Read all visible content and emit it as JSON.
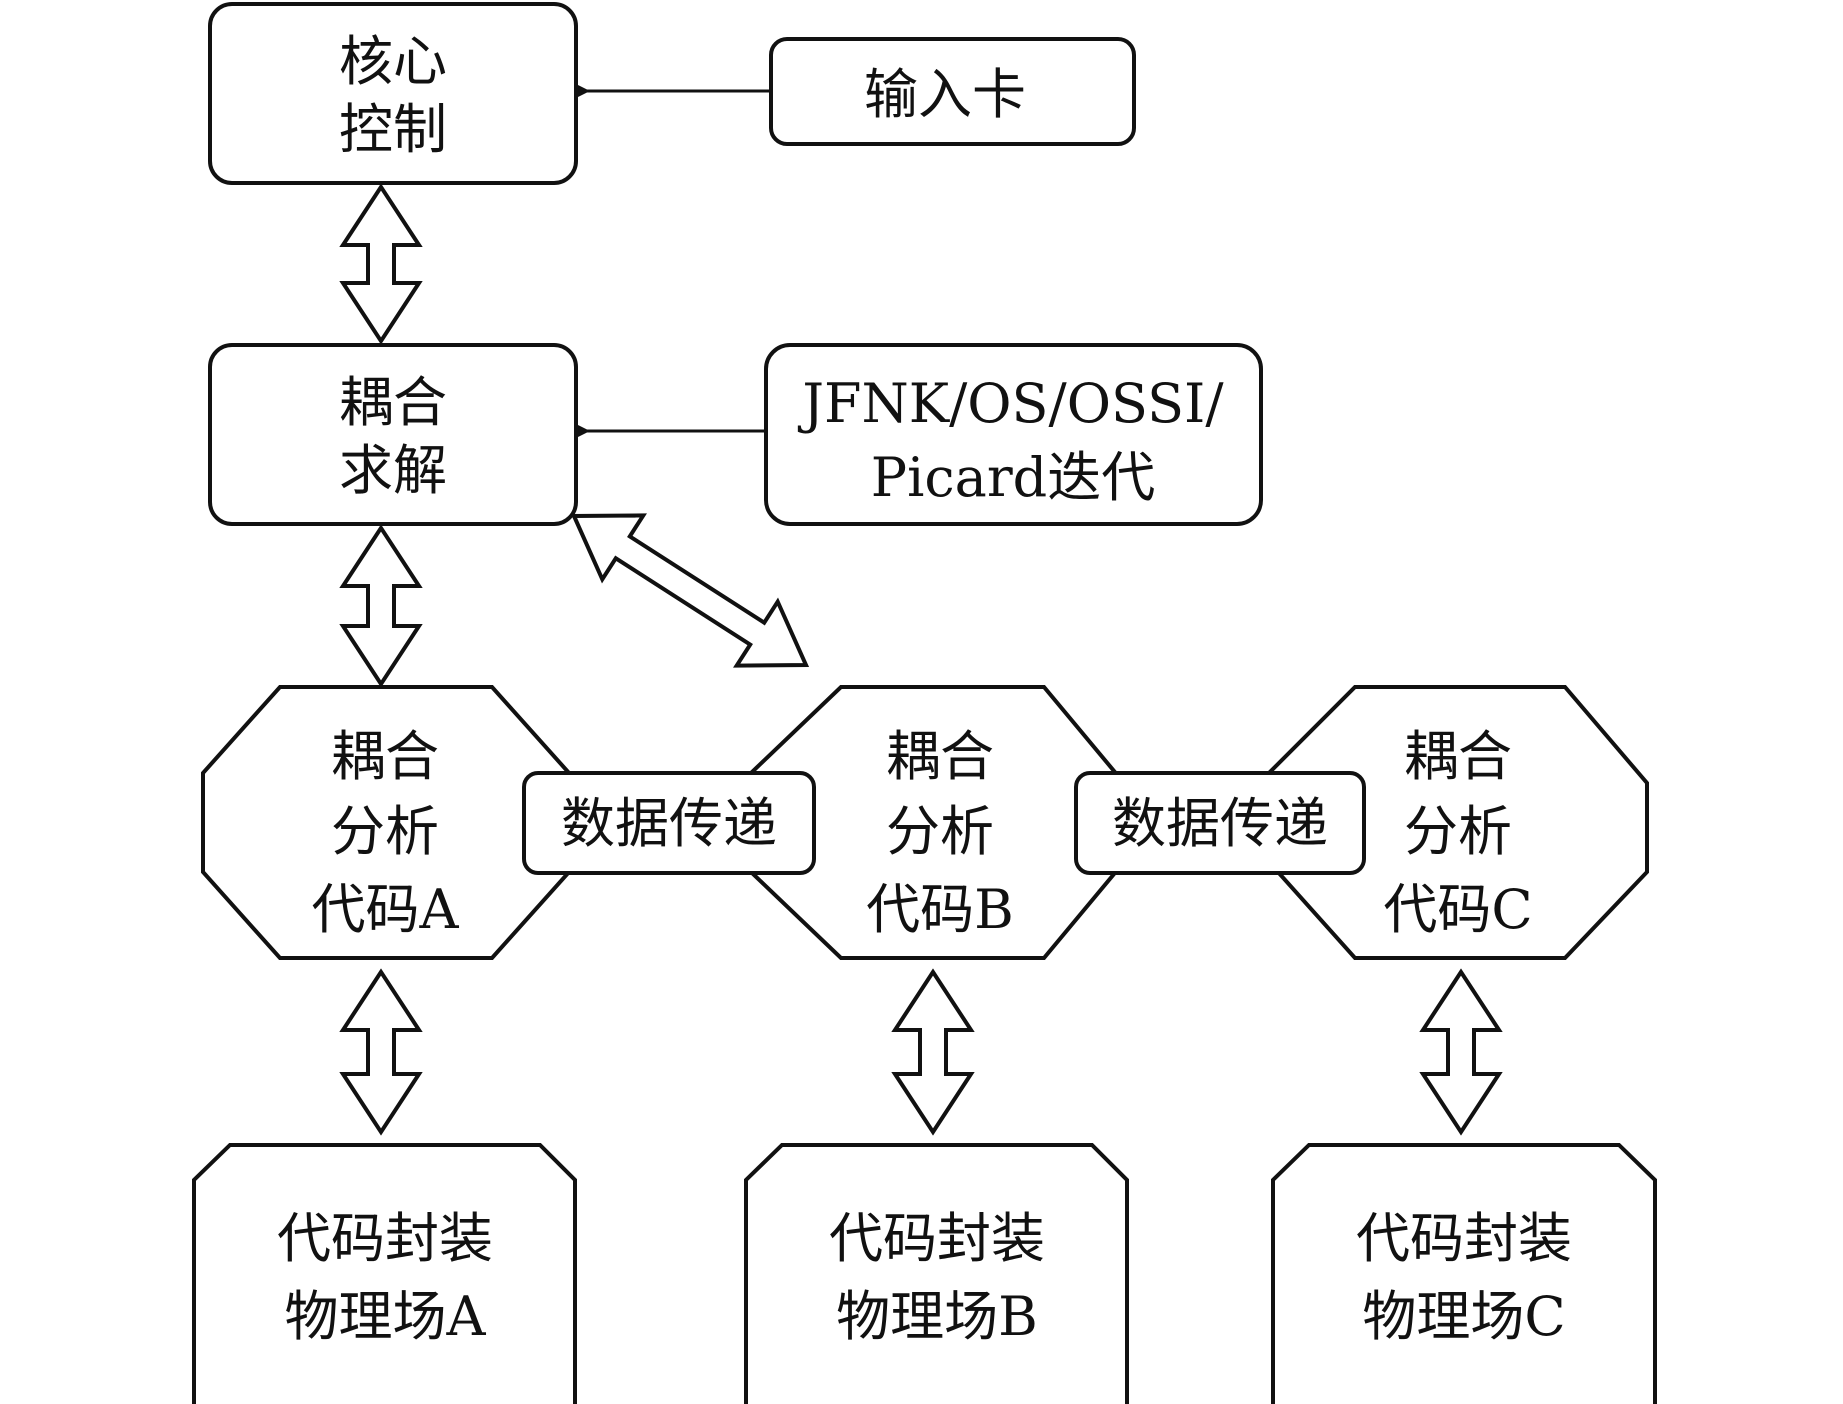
{
  "diagram": {
    "core_control": {
      "lines": [
        "核心",
        "控制"
      ]
    },
    "input_card": {
      "lines": [
        "输入卡"
      ]
    },
    "coupling_solver": {
      "lines": [
        "耦合",
        "求解"
      ]
    },
    "iteration_methods": {
      "lines": [
        "JFNK/OS/OSSI/",
        "Picard迭代"
      ]
    },
    "analysis_codes": [
      {
        "lines": [
          "耦合",
          "分析",
          "代码A"
        ]
      },
      {
        "lines": [
          "耦合",
          "分析",
          "代码B"
        ]
      },
      {
        "lines": [
          "耦合",
          "分析",
          "代码C"
        ]
      }
    ],
    "data_transfer": [
      {
        "lines": [
          "数据传递"
        ]
      },
      {
        "lines": [
          "数据传递"
        ]
      }
    ],
    "physics_wrappers": [
      {
        "lines": [
          "代码封装",
          "物理场A"
        ]
      },
      {
        "lines": [
          "代码封装",
          "物理场B"
        ]
      },
      {
        "lines": [
          "代码封装",
          "物理场C"
        ]
      }
    ],
    "colors": {
      "stroke": "#111111",
      "fill": "#ffffff",
      "text": "#111111"
    }
  }
}
